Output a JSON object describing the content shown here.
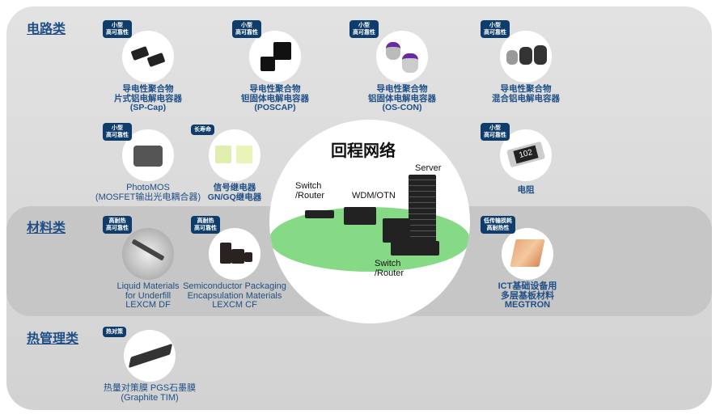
{
  "categories": {
    "circuit": "电路类",
    "materials": "材料类",
    "thermal": "热管理类"
  },
  "hub": {
    "title": "回程网络",
    "labels": {
      "switch_left": [
        "Switch",
        "/Router"
      ],
      "wdm": "WDM/OTN",
      "server": "Server",
      "switch_bottom": [
        "Switch",
        "/Router"
      ]
    }
  },
  "items": [
    {
      "badge": [
        "小型",
        "高可靠性"
      ],
      "label": [
        "导电性聚合物",
        "片式铝电解电容器",
        "(SP-Cap)"
      ]
    },
    {
      "badge": [
        "小型",
        "高可靠性"
      ],
      "label": [
        "导电性聚合物",
        "钽固体电解电容器",
        "(POSCAP)"
      ]
    },
    {
      "badge": [
        "小型",
        "高可靠性"
      ],
      "label": [
        "导电性聚合物",
        "铝固体电解电容器",
        "(OS-CON)"
      ]
    },
    {
      "badge": [
        "小型",
        "高可靠性"
      ],
      "label": [
        "导电性聚合物",
        "混合铝电解电容器"
      ]
    },
    {
      "badge": [
        "小型",
        "高可靠性"
      ],
      "label": [
        "PhotoMOS",
        "(MOSFET输出光电耦合器)"
      ]
    },
    {
      "badge": [
        "长寿命"
      ],
      "label": [
        "信号继电器",
        "GN/GQ继电器"
      ]
    },
    {
      "badge": [
        "小型",
        "高可靠性"
      ],
      "label": [
        "电阻"
      ],
      "chip_text": "102"
    },
    {
      "badge": [
        "高耐热",
        "高可靠性"
      ],
      "label": [
        "Liquid Materials",
        "for Underfill",
        "LEXCM DF"
      ]
    },
    {
      "badge": [
        "高耐热",
        "高可靠性"
      ],
      "label": [
        "Semiconductor Packaging",
        "Encapsulation Materials",
        "LEXCM CF"
      ]
    },
    {
      "badge": [
        "低传输损耗",
        "高耐热性"
      ],
      "label": [
        "ICT基础设备用",
        "多层基板材料",
        "MEGTRON"
      ]
    },
    {
      "badge": [
        "热对策"
      ],
      "label": [
        "热量对策膜 PGS石墨膜",
        "(Graphite TIM)"
      ]
    }
  ]
}
